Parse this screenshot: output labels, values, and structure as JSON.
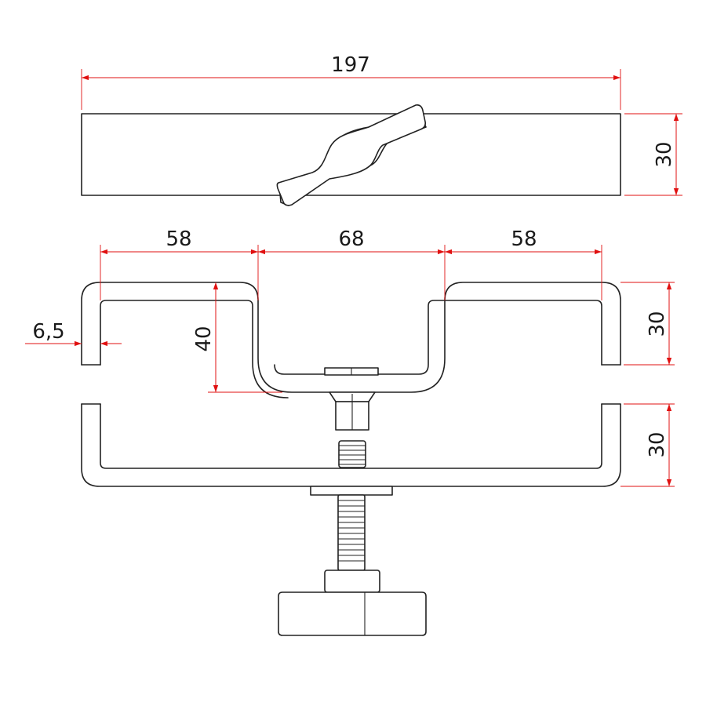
{
  "dimensions": {
    "overall_length": "197",
    "top_height": "30",
    "left_width": "58",
    "middle_width": "68",
    "right_width": "58",
    "material_thickness": "6,5",
    "inner_depth": "40",
    "upper_right_height": "30",
    "lower_right_height": "30"
  },
  "colors": {
    "dimension_lines": "#e01010",
    "outline": "#222222",
    "text": "#1a1a1a"
  }
}
